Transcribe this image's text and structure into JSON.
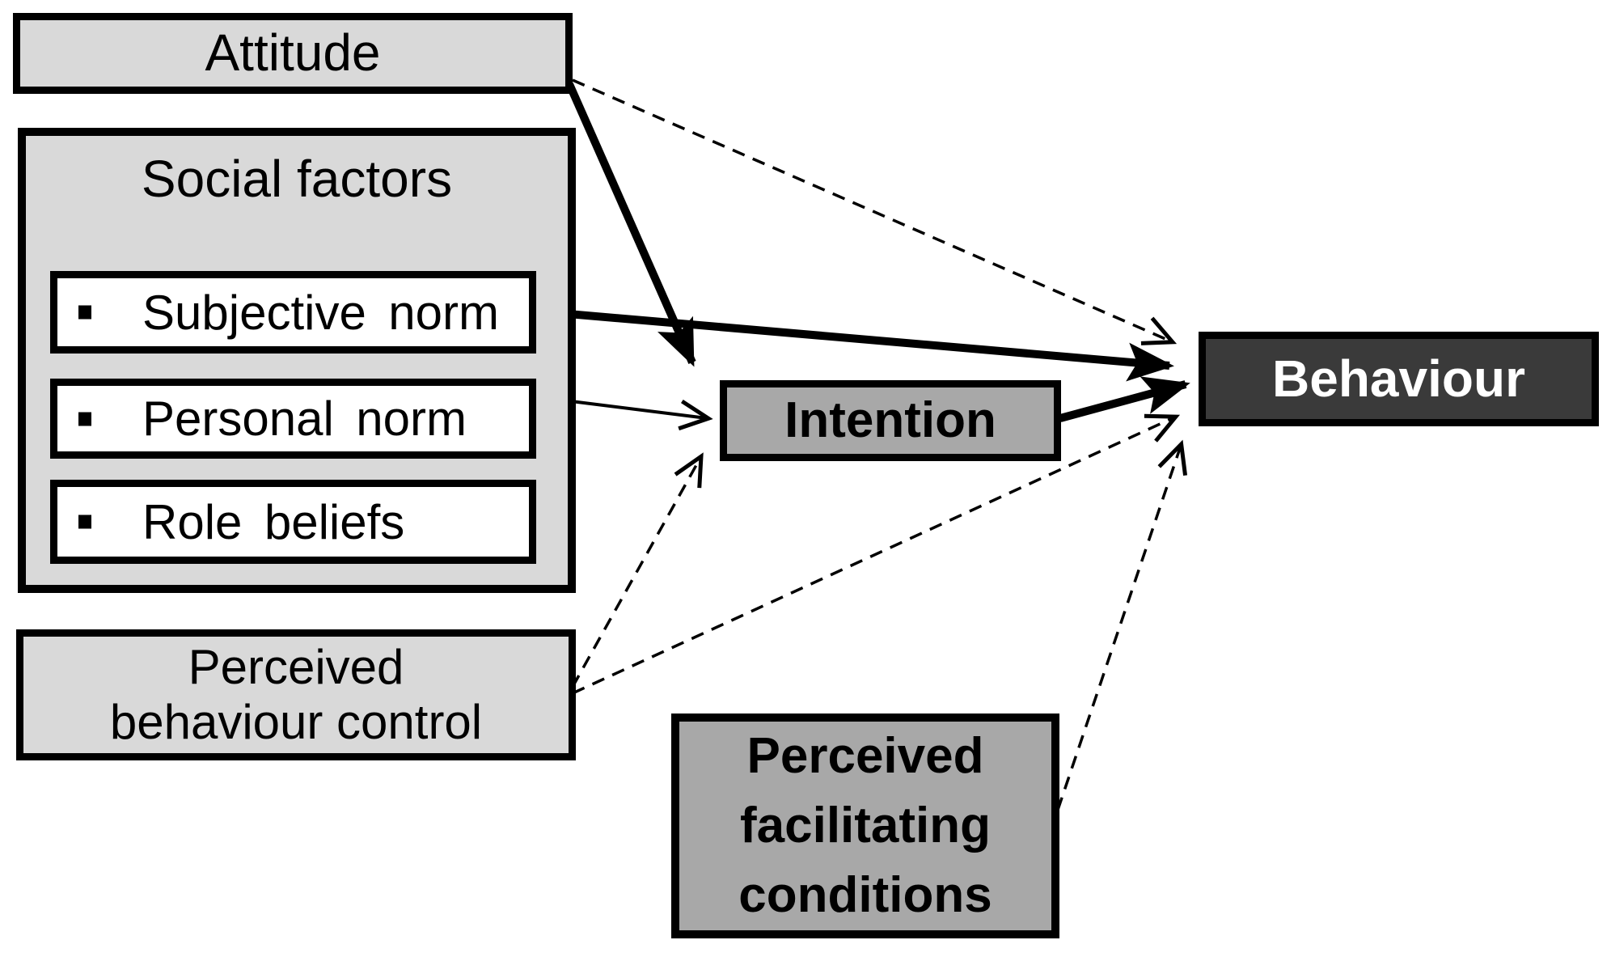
{
  "diagram": {
    "colors": {
      "box_light": "#d9d9d9",
      "box_medium": "#a8a8a8",
      "box_dark": "#3a3a3a",
      "border": "#000000",
      "text_dark": "#000000",
      "text_light": "#ffffff",
      "background": "#ffffff"
    },
    "nodes": {
      "attitude": {
        "label": "Attitude"
      },
      "social_factors": {
        "label": "Social factors",
        "items": [
          {
            "label": "Subjective norm"
          },
          {
            "label": "Personal norm"
          },
          {
            "label": "Role beliefs"
          }
        ]
      },
      "perceived_behaviour_control": {
        "label": "Perceived behaviour control",
        "lines": [
          "Perceived",
          "behaviour control"
        ]
      },
      "intention": {
        "label": "Intention"
      },
      "perceived_facilitating_conditions": {
        "label": "Perceived facilitating conditions",
        "lines": [
          "Perceived",
          "facilitating",
          "conditions"
        ]
      },
      "behaviour": {
        "label": "Behaviour"
      }
    },
    "edges": [
      {
        "from": "Attitude",
        "to": "Intention",
        "style": "solid-thick"
      },
      {
        "from": "Attitude",
        "to": "Behaviour",
        "style": "dashed"
      },
      {
        "from": "Subjective norm",
        "to": "Behaviour",
        "style": "solid-thick"
      },
      {
        "from": "Personal norm",
        "to": "Intention",
        "style": "solid-thin"
      },
      {
        "from": "Perceived behaviour control",
        "to": "Intention",
        "style": "dashed"
      },
      {
        "from": "Perceived behaviour control",
        "to": "Behaviour",
        "style": "dashed"
      },
      {
        "from": "Intention",
        "to": "Behaviour",
        "style": "solid-thick"
      },
      {
        "from": "Perceived facilitating conditions",
        "to": "Behaviour",
        "style": "dashed"
      }
    ]
  }
}
